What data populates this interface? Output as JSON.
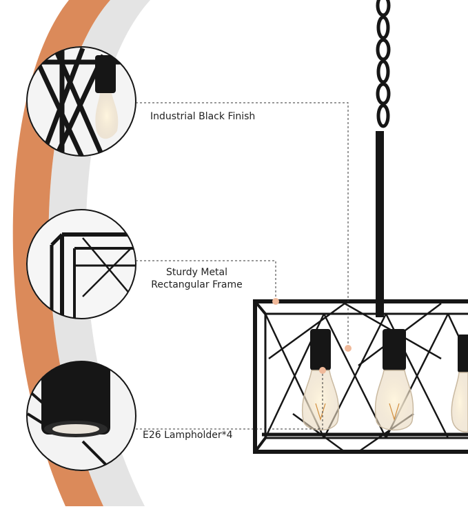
{
  "callouts": [
    {
      "label": "Industrial Black Finish"
    },
    {
      "label": "Sturdy Metal\nRectangular Frame"
    },
    {
      "label": "E26 Lampholder*4"
    }
  ],
  "colors": {
    "arc_orange": "#db8a5a",
    "arc_gray": "#e2e2e2",
    "metal_black": "#161616",
    "dot_peach": "#f0b99a",
    "bulb_glass": "#f6e7cf"
  },
  "icons": [
    "chandelier-photo",
    "detail-circle-finish",
    "detail-circle-frame",
    "detail-circle-lampholder"
  ]
}
